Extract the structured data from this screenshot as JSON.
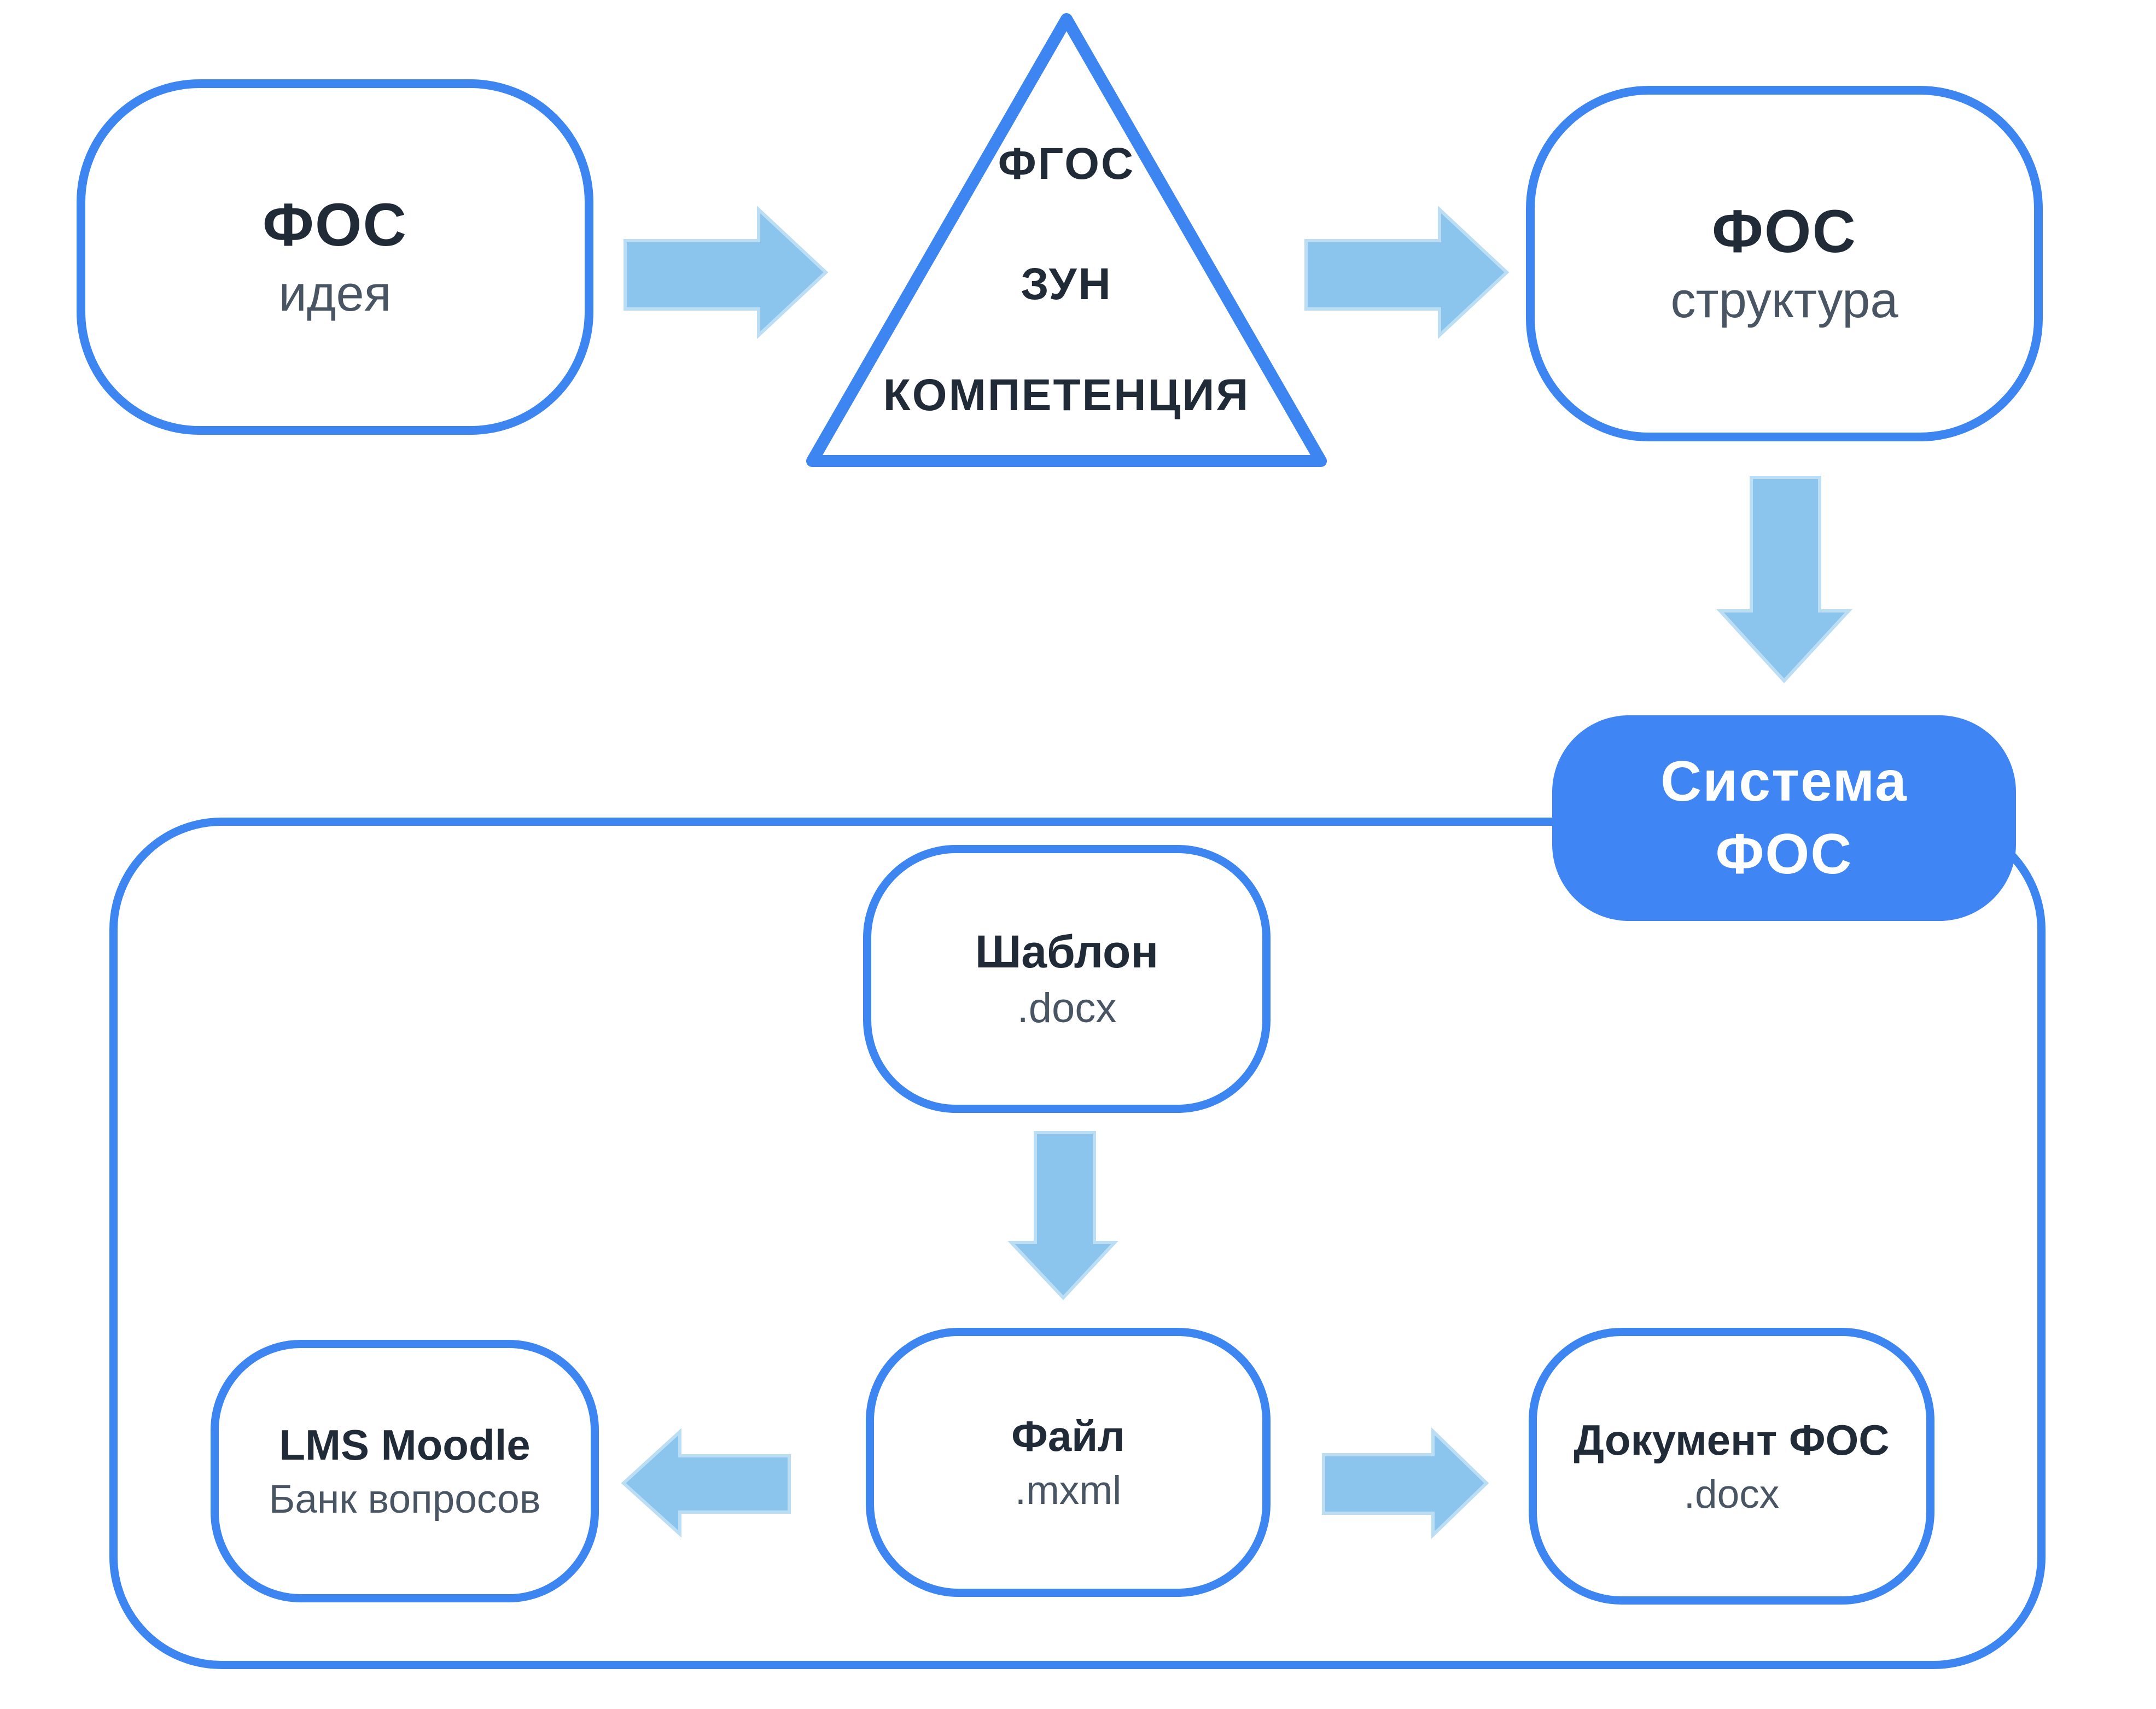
{
  "palette": {
    "stroke_blue": "#3d85f0",
    "sistema_fill": "#3f85f4",
    "arrow_fill": "#8bc4ec",
    "arrow_edge": "#bcdef5",
    "title_color": "#212b38",
    "subtitle_color": "#4a5563",
    "sistema_text": "#ffffff",
    "background": "#ffffff"
  },
  "nodes": {
    "fos_idea": {
      "title": "ФОС",
      "subtitle": "идея"
    },
    "pyramid": {
      "levels": [
        "ФГОС",
        "ЗУН",
        "КОМПЕТЕНЦИЯ"
      ]
    },
    "fos_structure": {
      "title": "ФОС",
      "subtitle": "структура"
    },
    "sistema_fos": {
      "line1": "Система",
      "line2": "ФОС"
    },
    "shablon": {
      "title": "Шаблон",
      "subtitle": ".docx"
    },
    "lms_moodle": {
      "title": "LMS Moodle",
      "subtitle": "Банк вопросов"
    },
    "fayl": {
      "title": "Файл",
      "subtitle": ".mxml"
    },
    "dokument_fos": {
      "title": "Документ ФОС",
      "subtitle": ".docx"
    }
  },
  "arrows": [
    {
      "id": "idea-to-pyramid",
      "from": "fos_idea",
      "to": "pyramid",
      "direction": "right"
    },
    {
      "id": "pyramid-to-structure",
      "from": "pyramid",
      "to": "fos_structure",
      "direction": "right"
    },
    {
      "id": "structure-to-sistema",
      "from": "fos_structure",
      "to": "sistema_fos",
      "direction": "down"
    },
    {
      "id": "shablon-to-fayl",
      "from": "shablon",
      "to": "fayl",
      "direction": "down"
    },
    {
      "id": "fayl-to-lms",
      "from": "fayl",
      "to": "lms_moodle",
      "direction": "left"
    },
    {
      "id": "fayl-to-dokument",
      "from": "fayl",
      "to": "dokument_fos",
      "direction": "right"
    }
  ]
}
